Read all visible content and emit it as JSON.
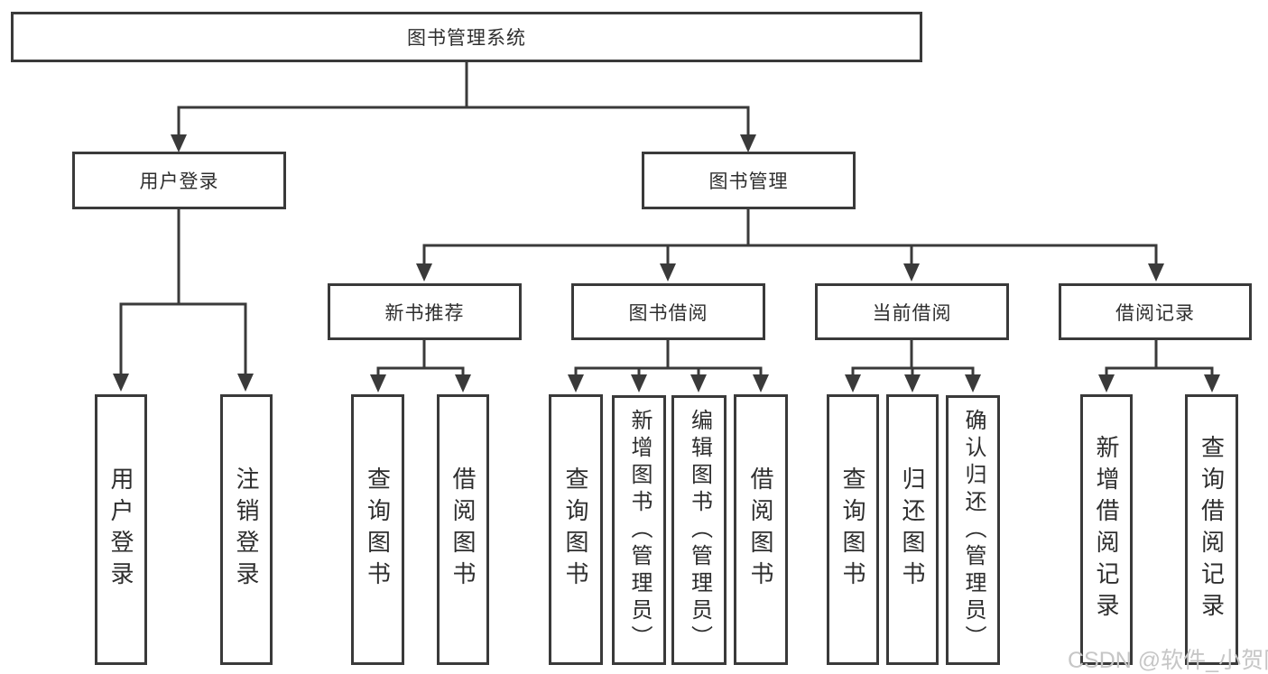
{
  "colors": {
    "line": "#3a3a3a",
    "text": "#2e2e2e",
    "background": "#ffffff",
    "watermark": "#c6c6c6"
  },
  "nodes": {
    "root": "图书管理系统",
    "user_login": "用户登录",
    "book_mgmt": "图书管理",
    "new_book_rec": "新书推荐",
    "book_borrow": "图书借阅",
    "current_borrow": "当前借阅",
    "borrow_record": "借阅记录",
    "ul_user_login": "用户登录",
    "ul_logout": "注销登录",
    "nbr_query_book": "查询图书",
    "nbr_borrow_book": "借阅图书",
    "bb_query_book": "查询图书",
    "bb_add_book": "新增图书（管理员）",
    "bb_edit_book": "编辑图书（管理员）",
    "bb_borrow_book": "借阅图书",
    "cb_query_book": "查询图书",
    "cb_return_book": "归还图书",
    "cb_confirm_return": "确认归还（管理员）",
    "br_add_record": "新增借阅记录",
    "br_query_record": "查询借阅记录"
  },
  "watermark": {
    "text": "CSDN @软件_小贺同学"
  }
}
